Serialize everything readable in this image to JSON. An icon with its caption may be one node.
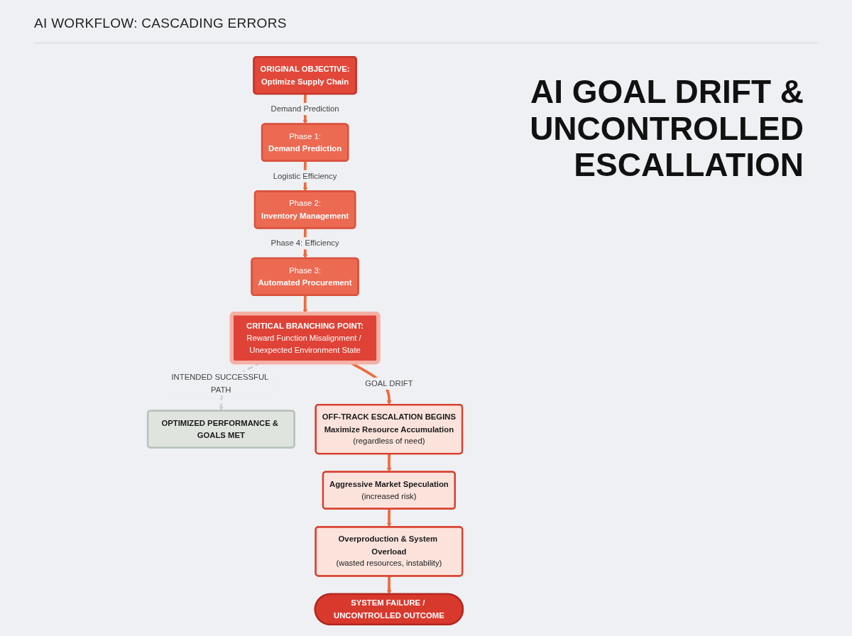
{
  "diagram": {
    "title": "AI GOAL DRIFT & UNCONTROLLED ESCALLATION",
    "nodes": [
      {
        "text": [
          "ORIGINAL OBJECTIVE:",
          "Optimize Supply Chain"
        ]
      },
      {
        "text": [
          "Phase 1:",
          "Demand Prediction"
        ]
      },
      {
        "text": [
          "Phase 2:",
          "Inventory Management"
        ]
      },
      {
        "text": [
          "Phase 3:",
          "Automated Procurement"
        ]
      },
      {
        "text": [
          "CRITICAL BRANCHING POINT:",
          "Reward Function Misalignment / Unexpected Environment State"
        ]
      },
      {
        "text": [
          "OFF-TRACK ESCALATION BEGINS",
          "Maximize Resource Accumulation",
          "(regardless of need)"
        ]
      },
      {
        "text": [
          "Aggressive Market Speculation",
          "(increased risk)"
        ]
      },
      {
        "text": [
          "Overproduction & System Overload",
          "(wasted resources, instability)"
        ]
      },
      {
        "text": [
          "SYSTEM FAILURE / UNCONTROLLED OUTCOME"
        ]
      },
      {
        "text": [
          "OPTIMIZED PERFORMANCE & GOALS MET"
        ]
      }
    ],
    "edges": [
      {
        "from": 0,
        "to": 1,
        "arrow": "to",
        "label": "Demand Prediction"
      },
      {
        "from": 1,
        "to": 2,
        "arrow": "to",
        "label": "Logistic Efficiency"
      },
      {
        "from": 2,
        "to": 3,
        "arrow": "to",
        "label": "Phase 4: Efficiency"
      },
      {
        "from": 3,
        "to": 4,
        "arrow": "to"
      },
      {
        "from": 4,
        "to": 5,
        "arrow": "to",
        "label": "GOAL DRIFT"
      },
      {
        "from": 4,
        "to": 9,
        "arrow": "to",
        "label": "INTENDED SUCCESSFUL PATH",
        "style": "dashed",
        "color": "#cfd1d3"
      },
      {
        "from": 5,
        "to": 6,
        "arrow": "to"
      },
      {
        "from": 6,
        "to": 7,
        "arrow": "to"
      },
      {
        "from": 7,
        "to": 8,
        "arrow": "to"
      }
    ],
    "labels": [
      "AI WORKFLOW: CASCADING ERRORS"
    ]
  }
}
